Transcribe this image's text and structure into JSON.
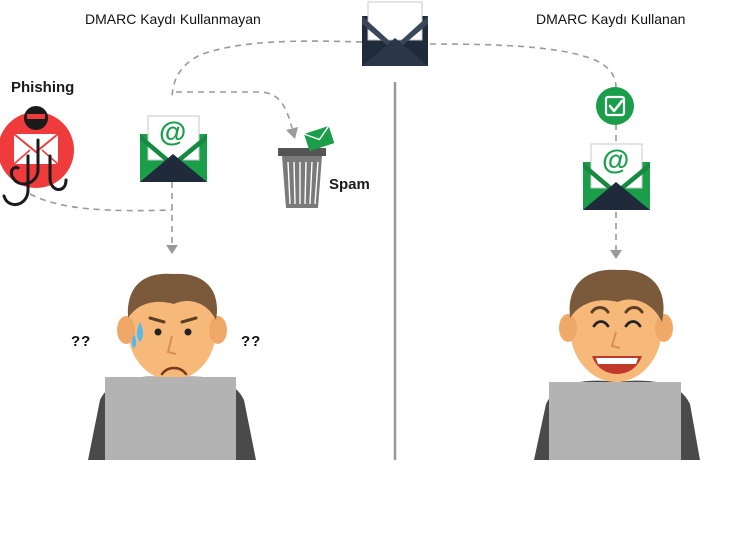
{
  "left_title": "DMARC Kaydı Kullanmayan",
  "right_title": "DMARC Kaydı Kullanan",
  "phishing_label": "Phishing",
  "spam_label": "Spam",
  "confused_left": "??",
  "confused_right": "??",
  "email_symbol": "@",
  "colors": {
    "envelope_green": "#1a9e4a",
    "envelope_dark": "#1f2a3a",
    "phishing_red": "#ef3b3b",
    "check_green": "#1a9e4a",
    "skin": "#f7b97a",
    "hair": "#7a5a3a",
    "laptop": "#b3b3b3",
    "shirt": "#4a4a4a",
    "divider": "#999999",
    "dashed_line": "#9a9a9a"
  },
  "icons": [
    "envelope-icon",
    "email-at-icon",
    "phishing-hook-icon",
    "hacker-icon",
    "trash-bin-icon",
    "checkmark-icon",
    "sad-user-icon",
    "happy-user-icon",
    "laptop-icon"
  ]
}
